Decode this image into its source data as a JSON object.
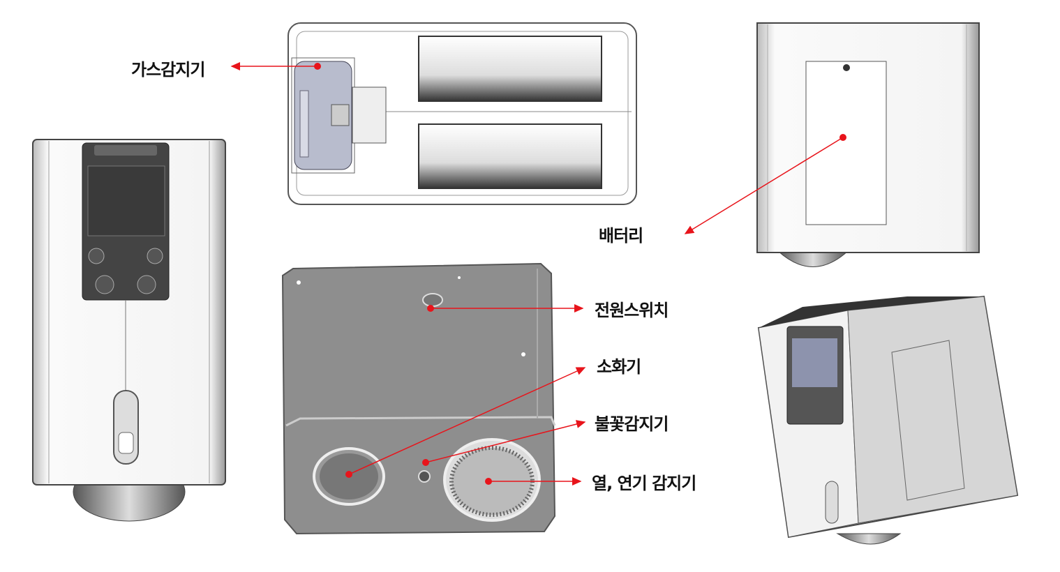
{
  "labels": {
    "gas_sensor": "가스감지기",
    "battery": "배터리",
    "power_switch": "전원스위치",
    "extinguisher": "소화기",
    "flame_sensor": "불꽃감지기",
    "heat_smoke_sensor": "열, 연기 감지기"
  },
  "colors": {
    "arrow": "#e8141b",
    "body_gray": "#8e8e8e",
    "outline": "#444444"
  }
}
